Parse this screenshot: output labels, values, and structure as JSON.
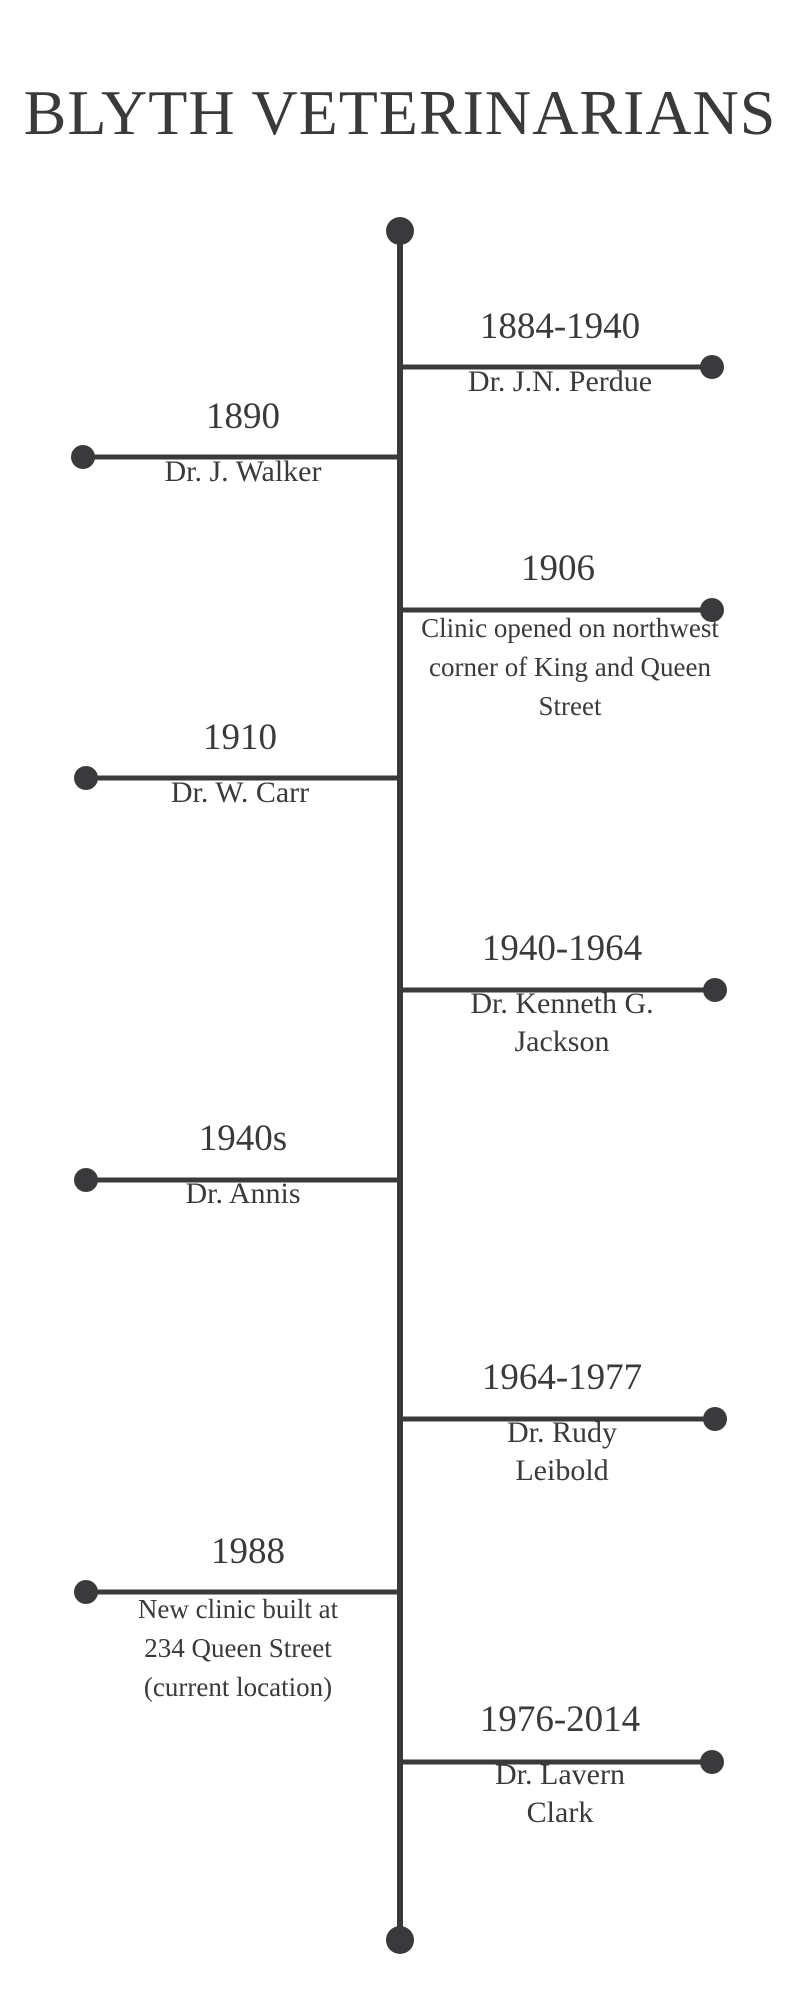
{
  "title": "BLYTH VETERINARIANS",
  "colors": {
    "line": "#3a3a3c",
    "text": "#3a3a3c",
    "background": "#ffffff"
  },
  "events": [
    {
      "date": "1884-1940",
      "description": "Dr. J.N. Perdue",
      "side": "right"
    },
    {
      "date": "1890",
      "description": "Dr. J. Walker",
      "side": "left"
    },
    {
      "date": "1906",
      "description": "Clinic opened on northwest corner of King and Queen Street",
      "side": "right"
    },
    {
      "date": "1910",
      "description": "Dr. W. Carr",
      "side": "left"
    },
    {
      "date": "1940-1964",
      "description": "Dr. Kenneth G. Jackson",
      "side": "right"
    },
    {
      "date": "1940s",
      "description": "Dr. Annis",
      "side": "left"
    },
    {
      "date": "1964-1977",
      "description": "Dr. Rudy Leibold",
      "side": "right"
    },
    {
      "date": "1988",
      "description": "New clinic built at 234 Queen Street (current location)",
      "side": "left"
    },
    {
      "date": "1976-2014",
      "description": "Dr. Lavern Clark",
      "side": "right"
    }
  ]
}
